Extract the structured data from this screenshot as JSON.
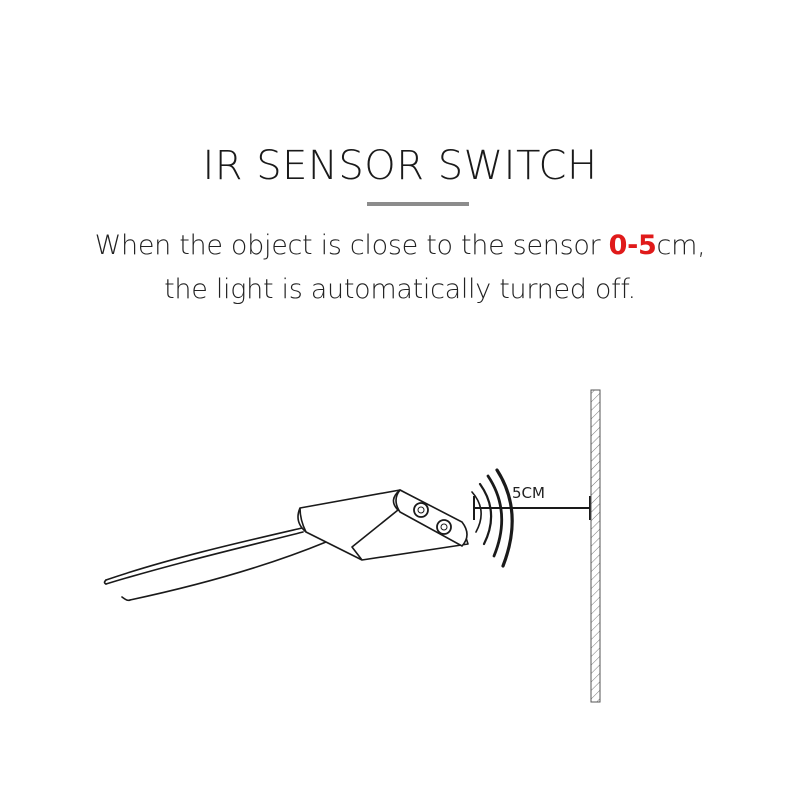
{
  "title": "IR SENSOR SWITCH",
  "description": {
    "line1_before": "When the object is close to the sensor ",
    "line1_highlight": "0-5",
    "line1_after": "cm,",
    "line2": "the light is automatically turned off."
  },
  "diagram": {
    "distance_label": "5CM"
  },
  "colors": {
    "highlight": "#e01a1a",
    "rule": "#8c8c8c",
    "text": "#1a1a1a"
  }
}
